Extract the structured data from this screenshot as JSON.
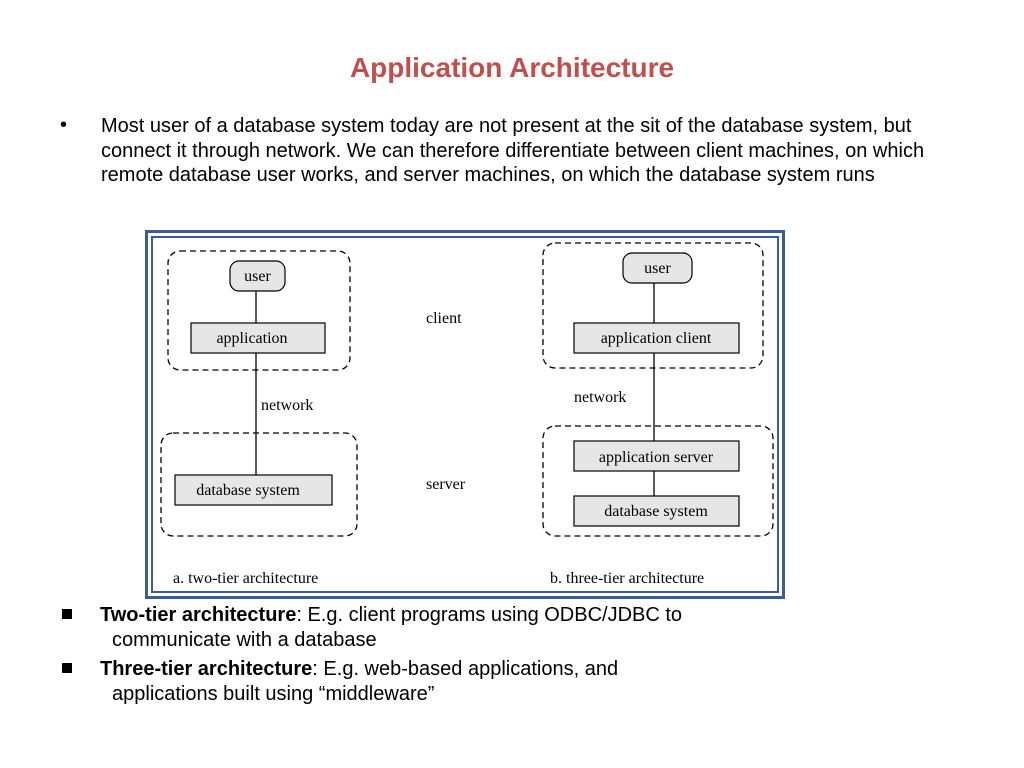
{
  "slide": {
    "title": "Application Architecture",
    "bullet_marker": "•",
    "intro": "Most user of a database system today are not present at the sit of the database system, but connect it through network. We can therefore differentiate between client machines, on which remote database user works, and server machines, on which the database system runs"
  },
  "figure": {
    "two_tier": {
      "user": "user",
      "application": "application",
      "network": "network",
      "database_system": "database system",
      "caption": "a.  two-tier architecture"
    },
    "middle": {
      "client": "client",
      "server": "server"
    },
    "three_tier": {
      "user": "user",
      "application_client": "application client",
      "network": "network",
      "application_server": "application server",
      "database_system": "database system",
      "caption": "b.  three-tier architecture"
    }
  },
  "points": [
    {
      "term": "Two-tier architecture",
      "sep": ":  ",
      "line1": "E.g. client programs using ODBC/JDBC to",
      "line2": "communicate with a database"
    },
    {
      "term": "Three-tier architecture",
      "sep": ": ",
      "line1": "E.g. web-based applications, and",
      "line2": "applications built using “middleware”"
    }
  ],
  "colors": {
    "title": "#c0504d",
    "frame": "#3a5c9c",
    "box_fill": "#e6e6e6"
  }
}
